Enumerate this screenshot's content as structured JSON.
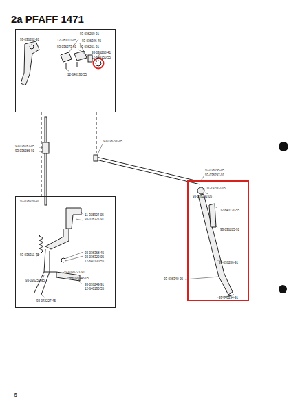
{
  "diagram": {
    "title": "2a PFAFF 1471",
    "nodes": [
      {
        "text": [
          "93-036282-91",
          "93-036259-91",
          "12-380011-05",
          "93-036346-45",
          "93-036273-91",
          "93-036261-91",
          "93-036268-41",
          "12-640150-55",
          "12-640130-55"
        ]
      },
      {
        "text": [
          "93-036320-91",
          "11-315924-05",
          "93-036321-91",
          "93-036311-75",
          "93-036368-45",
          "93-036329-05",
          "12-640130-55",
          "93-036221-91",
          "93-036345-05",
          "93-036249-91",
          "12-640130-55",
          "93-036252-05",
          "93-042227-45"
        ]
      },
      {
        "text": [
          "11-192902-05",
          "93-036292-05",
          "12-640130-55",
          "93-036285-91",
          "93-036286-91",
          "93-040294-91"
        ]
      }
    ],
    "edges": [
      {
        "from": 0,
        "to": 1,
        "arrow": "none"
      }
    ],
    "labels": [
      "93-036287-05",
      "93-036286-91",
      "93-036290-05",
      "93-036295-05",
      "93-036297-91",
      "93-036340-05",
      "6"
    ]
  }
}
